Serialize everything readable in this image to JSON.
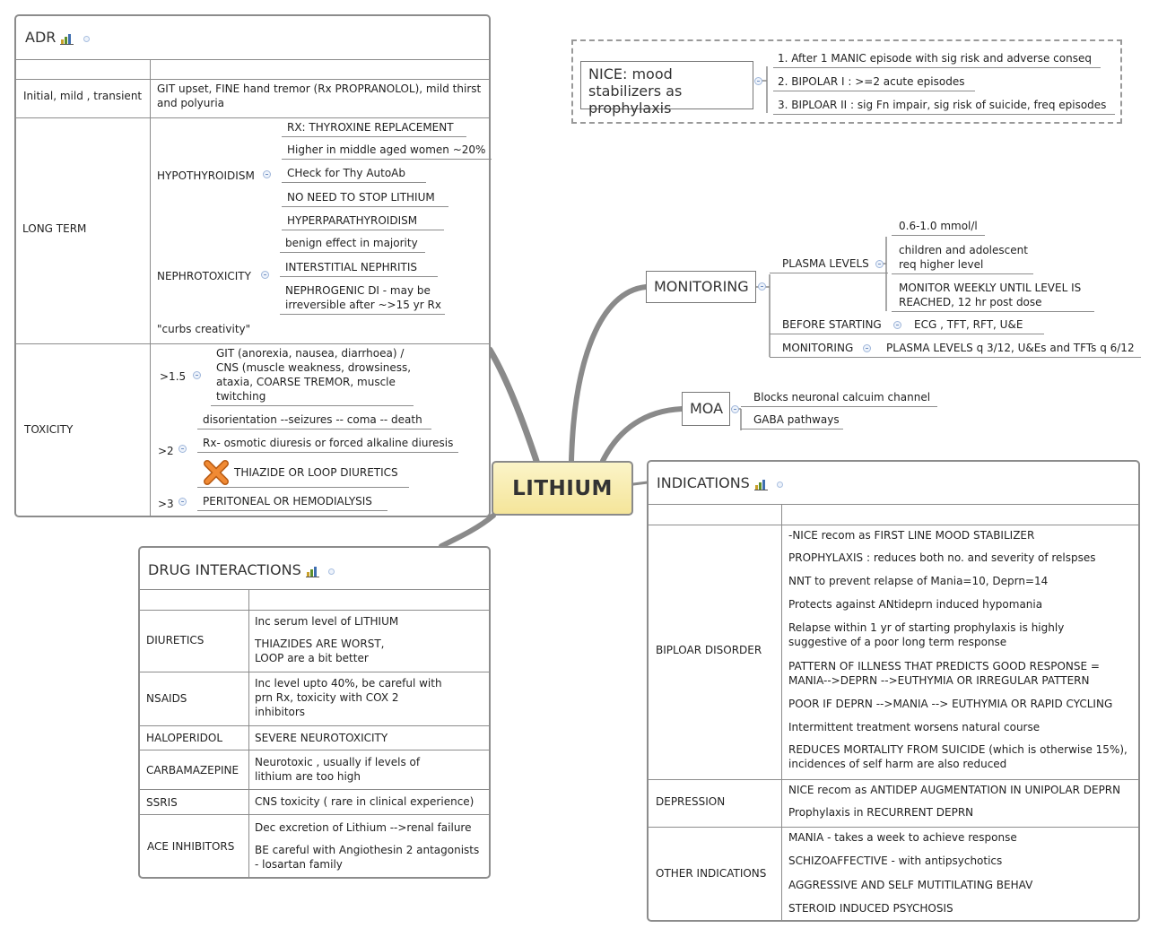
{
  "central": {
    "label": "LITHIUM"
  },
  "adr": {
    "title": "ADR",
    "rows": {
      "initial": {
        "label": "Initial, mild , transient",
        "text": "GIT upset, FINE hand tremor (Rx PROPRANOLOL), mild thirst and polyuria"
      },
      "long_term": {
        "label": "LONG TERM",
        "hypothyroidism": {
          "label": "HYPOTHYROIDISM",
          "items": [
            "RX: THYROXINE REPLACEMENT",
            "Higher in middle aged women ~20%",
            "CHeck for Thy AutoAb",
            "NO NEED TO STOP LITHIUM",
            "HYPERPARATHYROIDISM"
          ]
        },
        "nephrotoxicity": {
          "label": "NEPHROTOXICITY",
          "items": [
            "benign effect in majority",
            "INTERSTITIAL NEPHRITIS",
            "NEPHROGENIC DI - may be irreversible after ~>15 yr Rx"
          ]
        },
        "curbs": "\"curbs creativity\""
      },
      "toxicity": {
        "label": "TOXICITY",
        "gt15": {
          "label": ">1.5",
          "text": "GIT (anorexia, nausea, diarrhoea) / CNS (muscle weakness, drowsiness, ataxia, COARSE TREMOR, muscle twitching"
        },
        "gt2": {
          "label": ">2",
          "items": [
            "disorientation --seizures -- coma -- death",
            "Rx- osmotic diuresis or forced alkaline diuresis",
            "THIAZIDE OR LOOP DIURETICS"
          ]
        },
        "gt3": {
          "label": ">3",
          "text": "PERITONEAL OR HEMODIALYSIS"
        }
      }
    }
  },
  "nice": {
    "title": "NICE: mood stabilizers as prophylaxis",
    "items": [
      "1. After 1 MANIC episode with sig risk and adverse conseq",
      "2. BIPOLAR I : >=2 acute episodes",
      "3. BIPLOAR II : sig Fn impair, sig risk of suicide, freq episodes"
    ]
  },
  "monitoring": {
    "title": "MONITORING",
    "plasma_levels": {
      "label": "PLASMA LEVELS",
      "items": [
        "0.6-1.0 mmol/l",
        "children and adolescent req higher level",
        "MONITOR WEEKLY UNTIL LEVEL IS REACHED, 12 hr post dose"
      ]
    },
    "before_starting": {
      "label": "BEFORE STARTING",
      "text": "ECG , TFT, RFT, U&E"
    },
    "monitoring_sub": {
      "label": "MONITORING",
      "text": "PLASMA LEVELS q 3/12, U&Es and TFTs q 6/12"
    }
  },
  "moa": {
    "title": "MOA",
    "items": [
      "Blocks neuronal calcuim channel",
      "GABA pathways"
    ]
  },
  "indications": {
    "title": "INDICATIONS",
    "bipolar": {
      "label": "BIPLOAR DISORDER",
      "items": [
        "-NICE recom as FIRST LINE MOOD STABILIZER",
        "PROPHYLAXIS : reduces both no. and severity of relspses",
        "NNT to prevent relapse of Mania=10, Deprn=14",
        "Protects against ANtideprn induced hypomania",
        "Relapse within 1 yr of starting prophylaxis is highly suggestive of a poor long term response",
        "PATTERN OF ILLNESS THAT PREDICTS GOOD RESPONSE = MANIA-->DEPRN -->EUTHYMIA OR IRREGULAR PATTERN",
        "POOR IF DEPRN -->MANIA --> EUTHYMIA OR RAPID CYCLING",
        "Intermittent treatment worsens natural course",
        "REDUCES MORTALITY FROM SUICIDE (which is otherwise 15%), incidences of self harm are also reduced"
      ]
    },
    "depression": {
      "label": "DEPRESSION",
      "items": [
        "NICE recom as ANTIDEP AUGMENTATION IN UNIPOLAR DEPRN",
        "Prophylaxis in RECURRENT DEPRN"
      ]
    },
    "other": {
      "label": "OTHER INDICATIONS",
      "items": [
        "MANIA - takes a week to achieve response",
        "SCHIZOAFFECTIVE - with antipsychotics",
        "AGGRESSIVE AND SELF MUTITILATING BEHAV",
        "STEROID INDUCED PSYCHOSIS"
      ]
    }
  },
  "drug_interactions": {
    "title": "DRUG INTERACTIONS",
    "rows": [
      {
        "drug": "DIURETICS",
        "effects": [
          "Inc serum level of LITHIUM",
          "THIAZIDES ARE WORST, LOOP are a bit better"
        ]
      },
      {
        "drug": "NSAIDS",
        "effects": [
          "Inc level upto 40%, be careful with prn Rx, toxicity with COX 2 inhibitors"
        ]
      },
      {
        "drug": "HALOPERIDOL",
        "effects": [
          "SEVERE NEUROTOXICITY"
        ]
      },
      {
        "drug": "CARBAMAZEPINE",
        "effects": [
          "Neurotoxic , usually if levels of lithium are too high"
        ]
      },
      {
        "drug": "SSRIS",
        "effects": [
          "CNS toxicity ( rare in clinical experience)"
        ]
      },
      {
        "drug": "ACE INHIBITORS",
        "effects": [
          "Dec excretion of Lithium -->renal failure",
          "BE careful with Angiothesin 2 antagonists - losartan family"
        ]
      }
    ]
  },
  "colors": {
    "central_fill": "#f8eeb0",
    "branch": "#8a8a8a",
    "box_border": "#8c8c8c",
    "cross": "#e8731f"
  }
}
